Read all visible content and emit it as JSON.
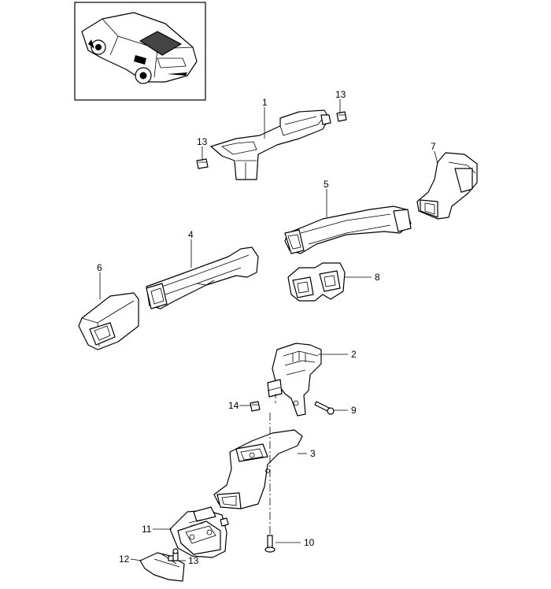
{
  "diagram": {
    "callouts": [
      {
        "id": "c1",
        "text": "1"
      },
      {
        "id": "c13a",
        "text": "13"
      },
      {
        "id": "c13b",
        "text": "13"
      },
      {
        "id": "c7",
        "text": "7"
      },
      {
        "id": "c5",
        "text": "5"
      },
      {
        "id": "c4",
        "text": "4"
      },
      {
        "id": "c6",
        "text": "6"
      },
      {
        "id": "c8",
        "text": "8"
      },
      {
        "id": "c2",
        "text": "2"
      },
      {
        "id": "c14",
        "text": "14"
      },
      {
        "id": "c9",
        "text": "9"
      },
      {
        "id": "c3",
        "text": "3"
      },
      {
        "id": "c11",
        "text": "11"
      },
      {
        "id": "c10",
        "text": "10"
      },
      {
        "id": "c12",
        "text": "12"
      },
      {
        "id": "c13c",
        "text": "13"
      }
    ]
  }
}
